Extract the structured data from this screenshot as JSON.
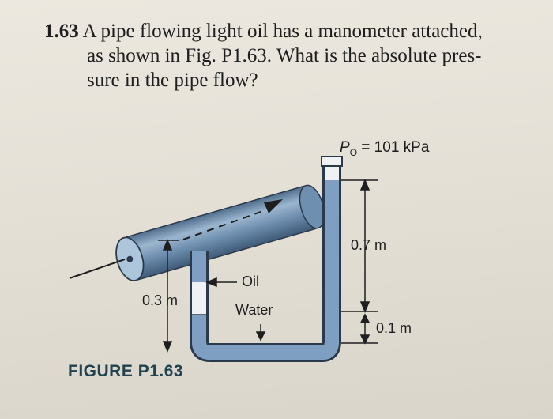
{
  "problem": {
    "number": "1.63",
    "line1": "A pipe flowing light oil has a manometer attached,",
    "line2": "as shown in Fig. P1.63. What is the absolute pres-",
    "line3": "sure in the pipe flow?"
  },
  "figure": {
    "caption_prefix": "FIGURE",
    "caption_id": "P1.63",
    "p0_label": "P",
    "p0_subscript": "O",
    "p0_value": " = 101 kPa",
    "dim_upper": "0.7 m",
    "dim_lower": "0.1 m",
    "dim_left": "0.3 m",
    "fluid_oil": "Oil",
    "fluid_water": "Water"
  },
  "colors": {
    "pipe": "#6f8fb0",
    "water": "#7f9fc2",
    "tube_outline": "#2b3a4a",
    "text": "#1e1e1e"
  }
}
